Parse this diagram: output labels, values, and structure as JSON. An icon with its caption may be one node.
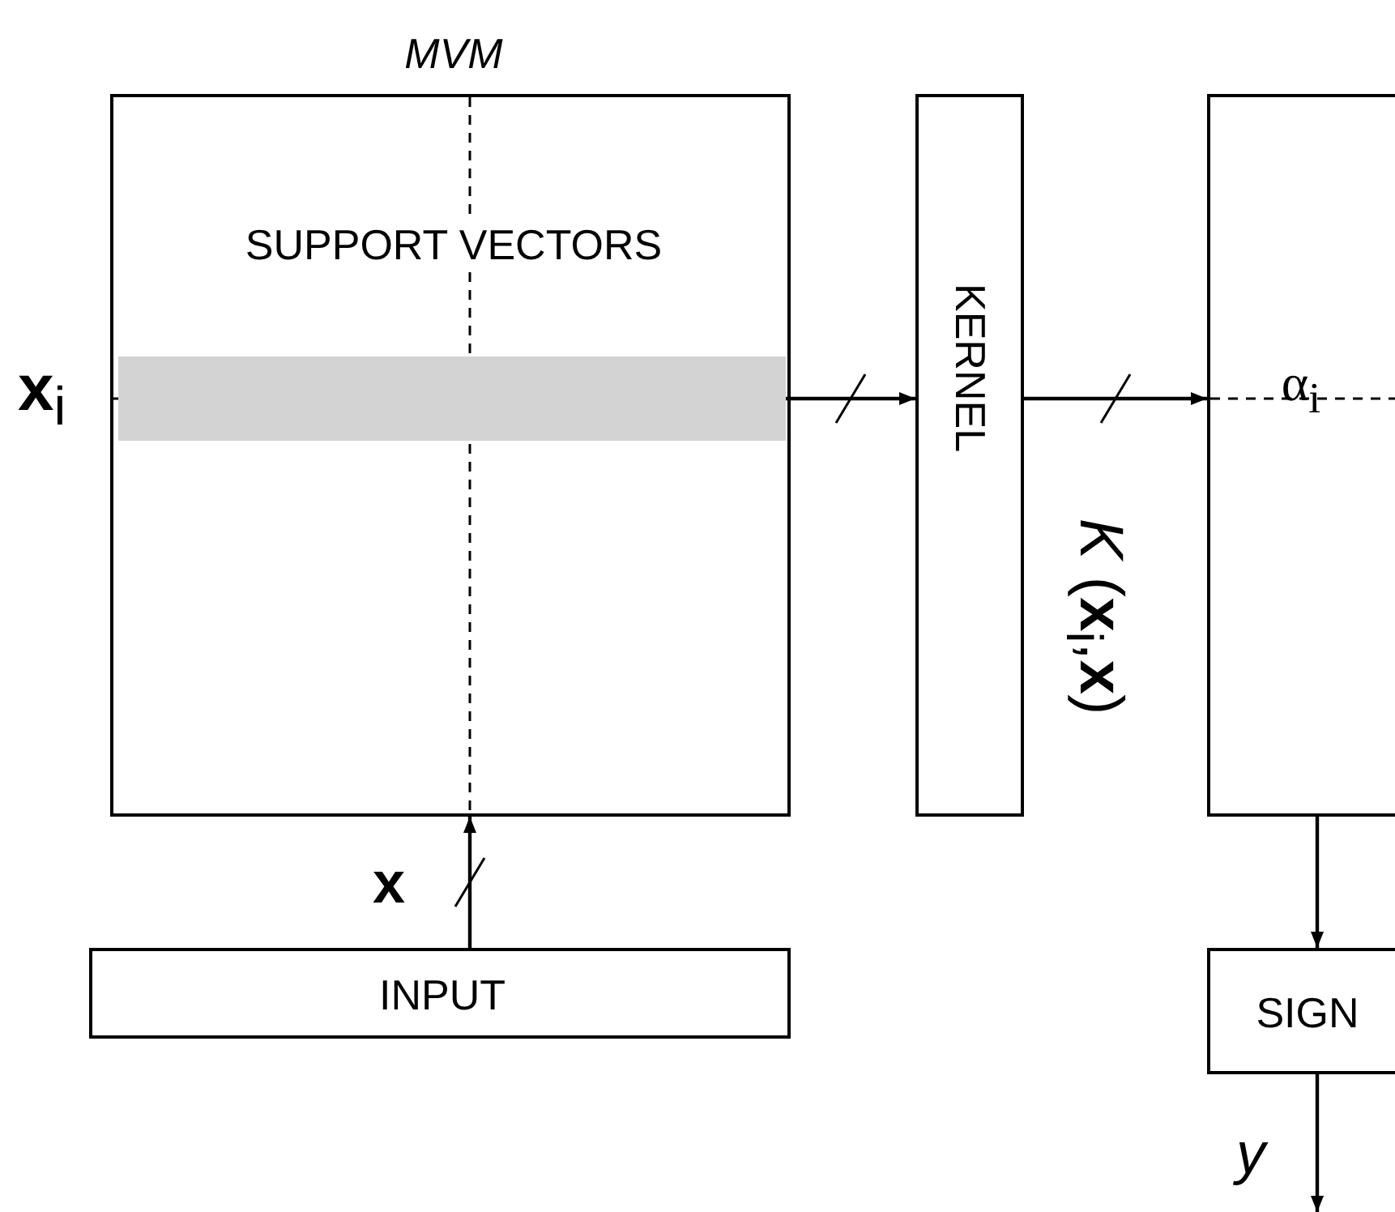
{
  "diagram": {
    "nodes": [
      {
        "text": [
          "MVM",
          "SUPPORT VECTORS"
        ]
      },
      {
        "text": [],
        "shape": "bar",
        "in": 0,
        "beside": [
          "**x**$_{i}$"
        ]
      },
      {
        "text": [
          "KERNEL"
        ]
      },
      {
        "text": [
          "α$_{i}$"
        ]
      },
      {
        "text": [
          "INPUT"
        ]
      },
      {
        "text": [
          "SIGN"
        ]
      }
    ],
    "edges": [
      {
        "from": 4,
        "to": 0,
        "arrow": "to",
        "label": "x"
      },
      {
        "from": 1,
        "to": 2,
        "arrow": "to"
      },
      {
        "from": 2,
        "to": 3,
        "arrow": "to"
      },
      {
        "from": 3,
        "to": 5,
        "arrow": "to"
      },
      {
        "from": 5,
        "to": null,
        "arrow": "to",
        "label": "y"
      }
    ],
    "labels": [
      "*K* (**x**$_{i}$,**x**)"
    ]
  }
}
